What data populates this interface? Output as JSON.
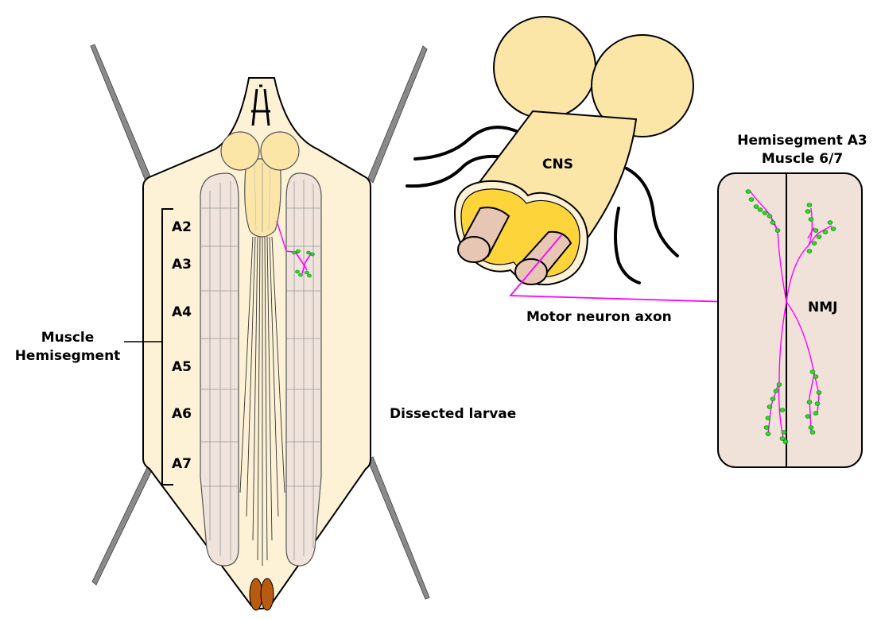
{
  "diagram": {
    "labels": {
      "muscle_hemisegment_line1": "Muscle",
      "muscle_hemisegment_line2": "Hemisegment",
      "dissected_larvae": "Dissected larvae",
      "cns": "CNS",
      "motor_neuron_axon": "Motor neuron axon",
      "hemisegment_title_line1": "Hemisegment A3",
      "hemisegment_title_line2": "Muscle 6/7",
      "nmj": "NMJ"
    },
    "segments": [
      "A2",
      "A3",
      "A4",
      "A5",
      "A6",
      "A7"
    ],
    "colors": {
      "larva_body": "#fdf2d6",
      "brain_lobe": "#fbe6a8",
      "cns_core": "#fdd43a",
      "muscle_fill": "#efe3dc",
      "axon": "#ff00ff",
      "bouton": "#22dd22",
      "pin": "#888888",
      "spiracle": "#b85a10",
      "nerve": "#000000",
      "nmj_panel": "#f0e2d8"
    }
  }
}
